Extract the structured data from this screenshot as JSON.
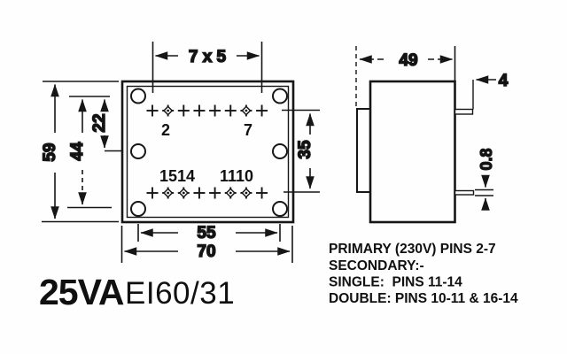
{
  "drawing": {
    "title": {
      "power": "25VA",
      "model": "EI60/31"
    },
    "top_view": {
      "dim_pin_pitch": "7 x 5",
      "dim_height": "59",
      "dim_hole_height": "44",
      "dim_hole_mid": "22",
      "dim_row_gap": "35",
      "dim_hole_width": "55",
      "dim_width": "70",
      "pin_label_2": "2",
      "pin_label_7": "7",
      "pin_label_1514": "1514",
      "pin_label_1110": "1110"
    },
    "side_view": {
      "dim_depth": "49",
      "dim_pin_length": "4",
      "dim_pin_thickness": "0.8"
    },
    "notes": [
      "PRIMARY (230V) PINS 2-7",
      "SECONDARY:-",
      "SINGLE:  PINS 11-14",
      "DOUBLE: PINS 10-11 & 16-14"
    ]
  }
}
